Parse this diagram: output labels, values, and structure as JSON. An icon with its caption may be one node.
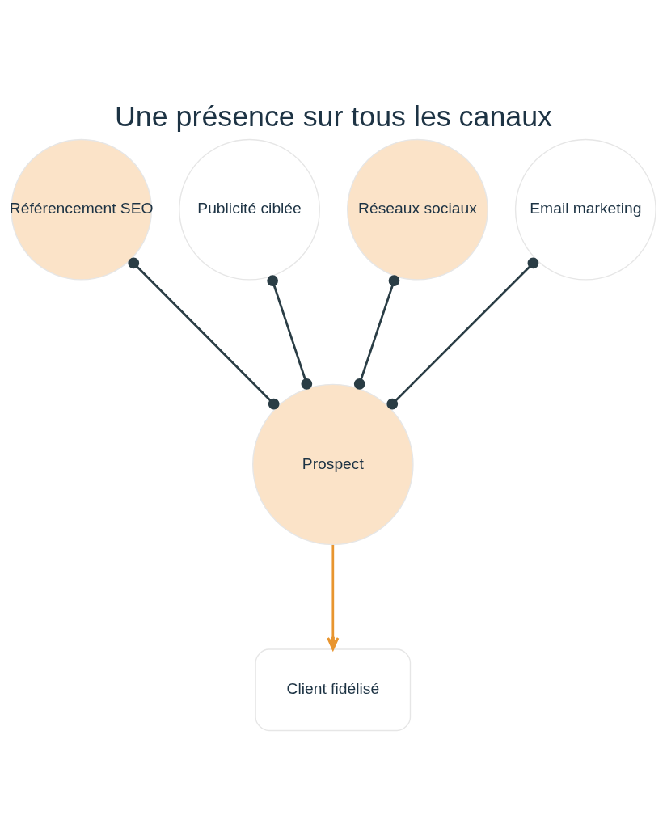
{
  "diagram": {
    "title": "Une présence sur tous les canaux",
    "nodes": [
      {
        "text": [
          "Référencement SEO"
        ]
      },
      {
        "text": [
          "Publicité ciblée"
        ]
      },
      {
        "text": [
          "Réseaux sociaux"
        ]
      },
      {
        "text": [
          "Email marketing"
        ]
      },
      {
        "text": [
          "Prospect"
        ]
      },
      {
        "text": [
          "Client fidélisé"
        ]
      }
    ],
    "edges": [
      {
        "from": 0,
        "to": 4,
        "arrow": "other"
      },
      {
        "from": 1,
        "to": 4,
        "arrow": "other"
      },
      {
        "from": 2,
        "to": 4,
        "arrow": "other"
      },
      {
        "from": 3,
        "to": 4,
        "arrow": "other"
      },
      {
        "from": 4,
        "to": 5,
        "arrow": "to",
        "color": "#e8952f"
      }
    ]
  }
}
